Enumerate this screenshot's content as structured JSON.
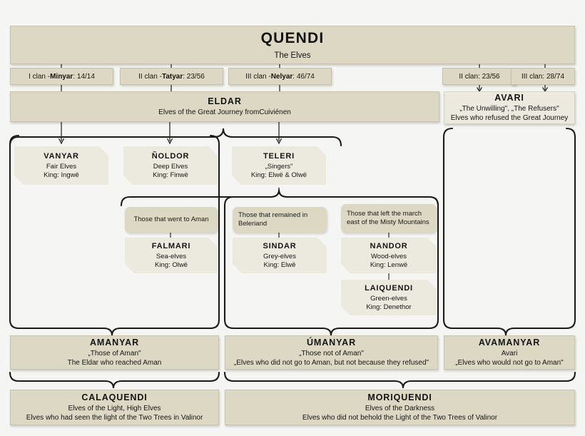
{
  "title": {
    "name": "QUENDI",
    "desc": "The Elves"
  },
  "clan_tags_left": [
    {
      "label_prefix": "I clan - ",
      "label_name": "Minyar",
      "label_suffix": " : 14/14"
    },
    {
      "label_prefix": "II clan - ",
      "label_name": "Tatyar",
      "label_suffix": " : 23/56"
    },
    {
      "label_prefix": "III clan - ",
      "label_name": "Nelyar",
      "label_suffix": " : 46/74"
    }
  ],
  "clan_tags_right": [
    {
      "label": "II clan: 23/56"
    },
    {
      "label": "III clan: 28/74"
    }
  ],
  "eldar": {
    "name": "ELDAR",
    "desc": "Elves of the Great Journey fromCuiviénen"
  },
  "avari": {
    "name": "AVARI",
    "desc1": "„The Unwilling\", „The Refusers\"",
    "desc2": "Elves who refused the Great Journey"
  },
  "clans": [
    {
      "name": "VANYAR",
      "desc1": "Fair Elves",
      "desc2": "King: Ingwë"
    },
    {
      "name": "ÑOLDOR",
      "desc1": "Deep Elves",
      "desc2": "King: Finwë"
    },
    {
      "name": "TELERI",
      "desc1": "„Singers\"",
      "desc2": "King: Elwë & Olwë"
    }
  ],
  "teleri_notes": [
    {
      "text": "Those that went to Aman"
    },
    {
      "text": "Those that remained in Beleriand"
    },
    {
      "text": "Those that left the march east of the Misty Mountains"
    }
  ],
  "teleri_groups": [
    {
      "name": "FALMARI",
      "desc1": "Sea-elves",
      "desc2": "King: Olwë"
    },
    {
      "name": "SINDAR",
      "desc1": "Grey-elves",
      "desc2": "King: Elwë"
    },
    {
      "name": "NANDOR",
      "desc1": "Wood-elves",
      "desc2": "King: Lenwë"
    }
  ],
  "laiquendi": {
    "name": "LAIQUENDI",
    "desc1": "Green-elves",
    "desc2": "King: Denethor"
  },
  "aman_row": [
    {
      "name": "AMANYAR",
      "desc1": "„Those of Aman\"",
      "desc2": "The Eldar who reached Aman"
    },
    {
      "name": "ÚMANYAR",
      "desc1": "„Those not of Aman\"",
      "desc2": "„Elves who did not go to Aman, but not because they refused\""
    },
    {
      "name": "AVAMANYAR",
      "desc1": "Avari",
      "desc2": "„Elves who would not go to Aman\""
    }
  ],
  "light_row": [
    {
      "name": "CALAQUENDI",
      "desc1": "Elves of the Light, High Elves",
      "desc2": "Elves who had seen the light of the Two Trees in Valinor"
    },
    {
      "name": "MORIQUENDI",
      "desc1": "Elves of the Darkness",
      "desc2": "Elves who did not behold the Light of the Two Trees of Valinor"
    }
  ],
  "colors": {
    "box_dark": "#dcd8c4",
    "box_light": "#eceade",
    "background": "#f5f5f3",
    "stroke": "#1b1b1b"
  }
}
